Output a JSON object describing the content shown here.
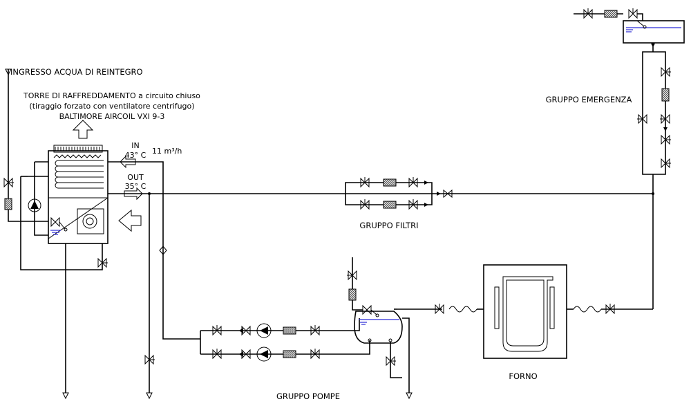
{
  "labels": {
    "makeup_water_inlet": "INGRESSO ACQUA DI REINTEGRO",
    "tower_line1": "TORRE DI RAFFREDDAMENTO a circuito chiuso",
    "tower_line2": "(tiraggio forzato con ventilatore centrifugo)",
    "tower_line3": "BALTIMORE AIRCOIL VXI 9-3",
    "in_label": "IN",
    "in_temp": "43° C",
    "out_label": "OUT",
    "out_temp": "35° C",
    "flow_rate": "11 m³/h",
    "filter_group": "GRUPPO FILTRI",
    "emergency_group": "GRUPPO EMERGENZA",
    "pump_group": "GRUPPO POMPE",
    "furnace": "FORNO"
  },
  "colors": {
    "line": "#000000",
    "water_level": "#2a2ad6",
    "filter_fill": "#9a9a9a"
  },
  "components": {
    "cooling_tower": "closed-circuit cooling tower with centrifugal fan",
    "valve_icon": "gate-valve-icon",
    "filter_icon": "filter-icon",
    "pump_icon": "pump-icon",
    "check_valve_icon": "check-valve-icon",
    "flex_hose_icon": "flexible-hose-icon"
  }
}
